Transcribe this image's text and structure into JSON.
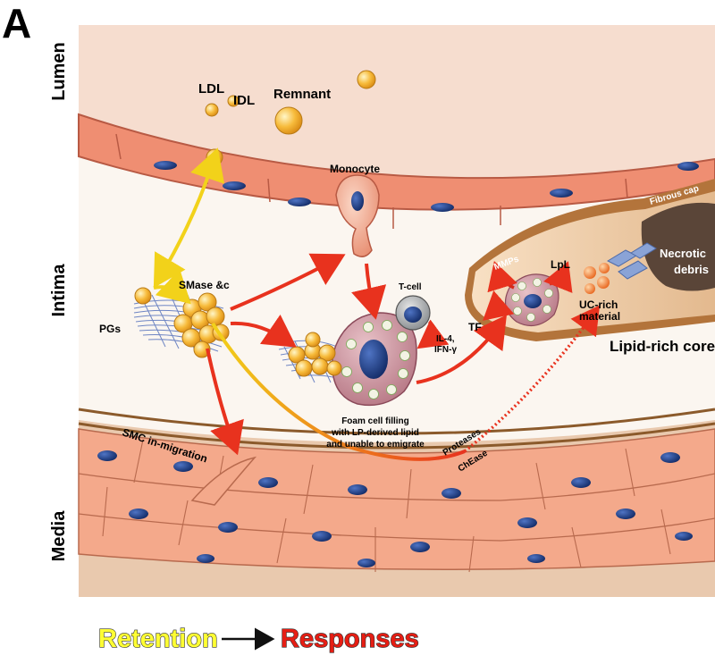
{
  "panel_letter": "A",
  "regions": {
    "lumen": "Lumen",
    "intima": "Intima",
    "media": "Media"
  },
  "labels": {
    "ldl": "LDL",
    "idl": "IDL",
    "remnant": "Remnant",
    "monocyte": "Monocyte",
    "smase": "SMase &c",
    "pgs": "PGs",
    "tcell": "T-cell",
    "il4": "IL-4,",
    "ifn": "IFN-γ",
    "foam1": "Foam cell filling",
    "foam2": "with LP-derived lipid",
    "foam3": "and unable to emigrate",
    "smc_migration": "SMC in-migration",
    "proteases": "Proteases",
    "chease": "ChEase",
    "fibrous_cap": "Fibrous cap",
    "mmps": "MMPs",
    "lpl": "LpL",
    "tf": "TF",
    "uc_rich1": "UC-rich",
    "uc_rich2": "material",
    "necrotic1": "Necrotic",
    "necrotic2": "debris",
    "lipid_core": "Lipid-rich core"
  },
  "legend": {
    "retention": "Retention",
    "responses": "Responses"
  },
  "colors": {
    "lumen": "#f6ddcf",
    "intima": "#fbf6f0",
    "media": "#e9c9ae",
    "endothelium": "#ef8e72",
    "nucleus": "#1f3f8a",
    "lipid": "#f7b733",
    "retention_arrow": "#f2d21a",
    "response_arrow": "#e8321e",
    "core": "#f1cfa6",
    "necrotic": "#5a4538"
  }
}
